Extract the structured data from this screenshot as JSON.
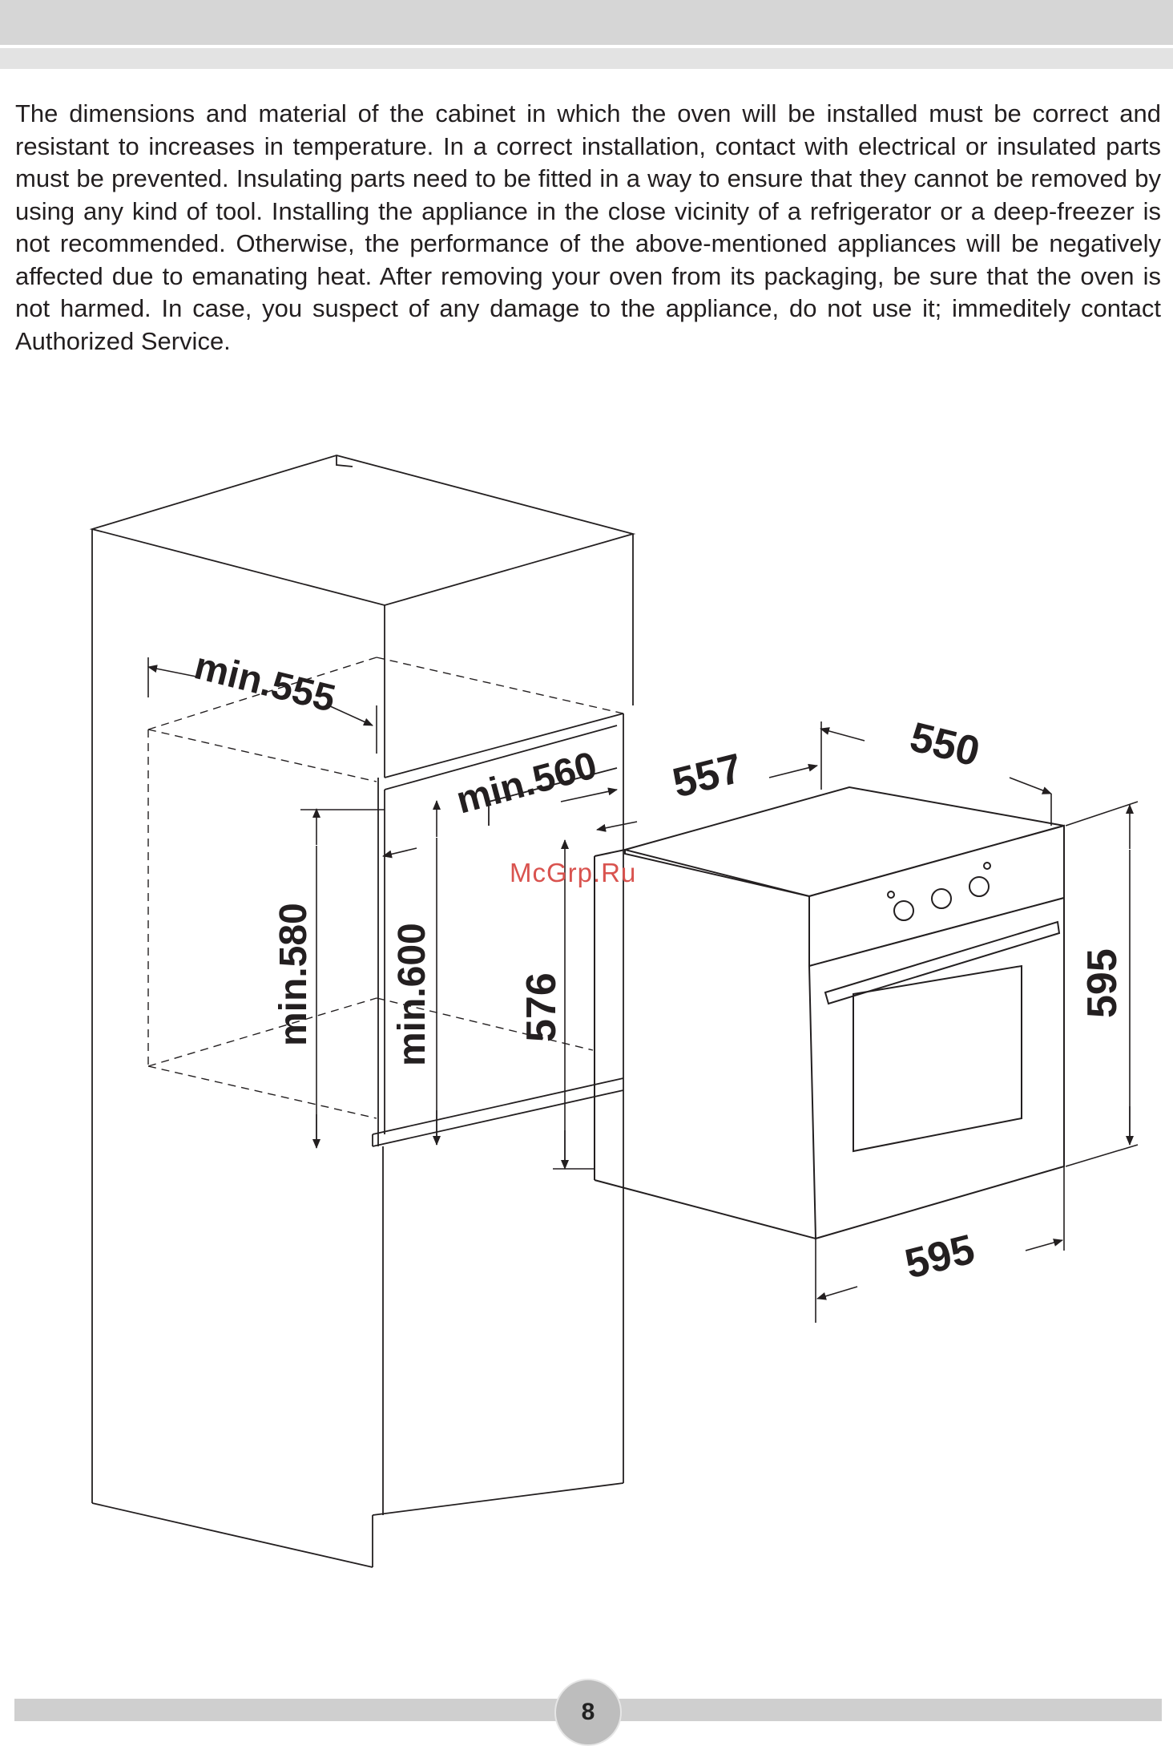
{
  "body_text": "The dimensions and material of the cabinet in which the oven will be installed must be correct and resistant to increases in temperature. In a correct installation, contact with electrical or insulated parts must be prevented. Insulating parts need to be fitted in a way to ensure that they cannot be removed by using any kind of tool. Installing the appliance in the close vicinity of a refrigerator or a deep-freezer is not recommended. Otherwise, the performance of the above-mentioned appliances will be negatively affected due to emanating heat. After removing your oven from its packaging, be sure that the oven is not harmed. In case, you suspect of any damage to the appliance, do not use it; immeditely contact Authorized Service.",
  "diagram": {
    "cabinet_dimensions": {
      "width_min": "min.555",
      "depth_min": "min.560",
      "height_min_580": "min.580",
      "height_min_600": "min.600"
    },
    "oven_dimensions": {
      "depth_557": "557",
      "depth_550": "550",
      "height_595": "595",
      "height_576": "576",
      "width_595": "595"
    }
  },
  "watermark": "McGrp.Ru",
  "page_number": "8"
}
